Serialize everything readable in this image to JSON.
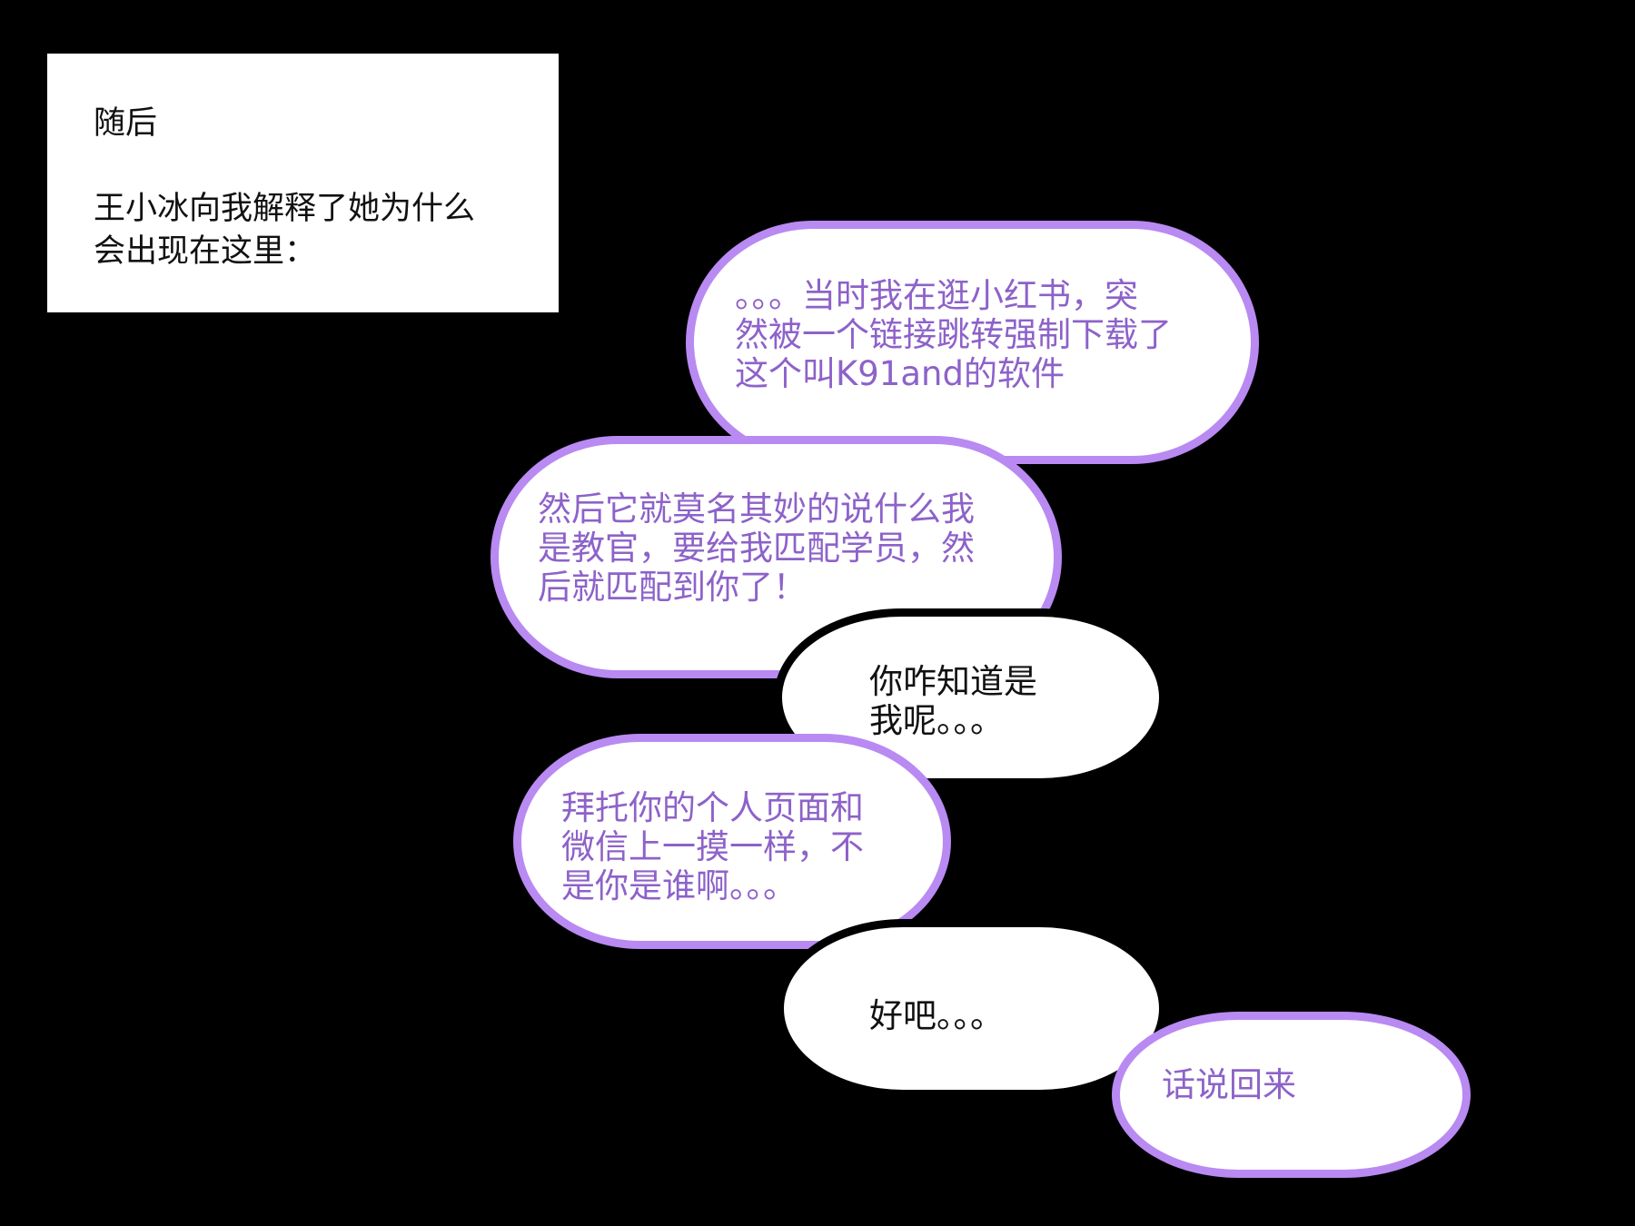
{
  "narration": {
    "line1": "随后",
    "line2": "王小冰向我解释了她为什么会出现在这里："
  },
  "bubbles": [
    {
      "speaker": "other",
      "text": "。。。当时我在逛小红书，突\n然被一个链接跳转强制下载了\n这个叫K91and的软件"
    },
    {
      "speaker": "other",
      "text": "然后它就莫名其妙的说什么我\n是教官，要给我匹配学员，然\n后就匹配到你了！"
    },
    {
      "speaker": "me",
      "text": "你咋知道是\n我呢。。。"
    },
    {
      "speaker": "other",
      "text": "拜托你的个人页面和\n微信上一摸一样，不\n是你是谁啊。。。"
    },
    {
      "speaker": "me",
      "text": "好吧。。。"
    },
    {
      "speaker": "other",
      "text": "话说回来"
    }
  ],
  "colors": {
    "bubble_border": "#b88af2",
    "bubble_text": "#8d62c9",
    "background": "#000000"
  }
}
